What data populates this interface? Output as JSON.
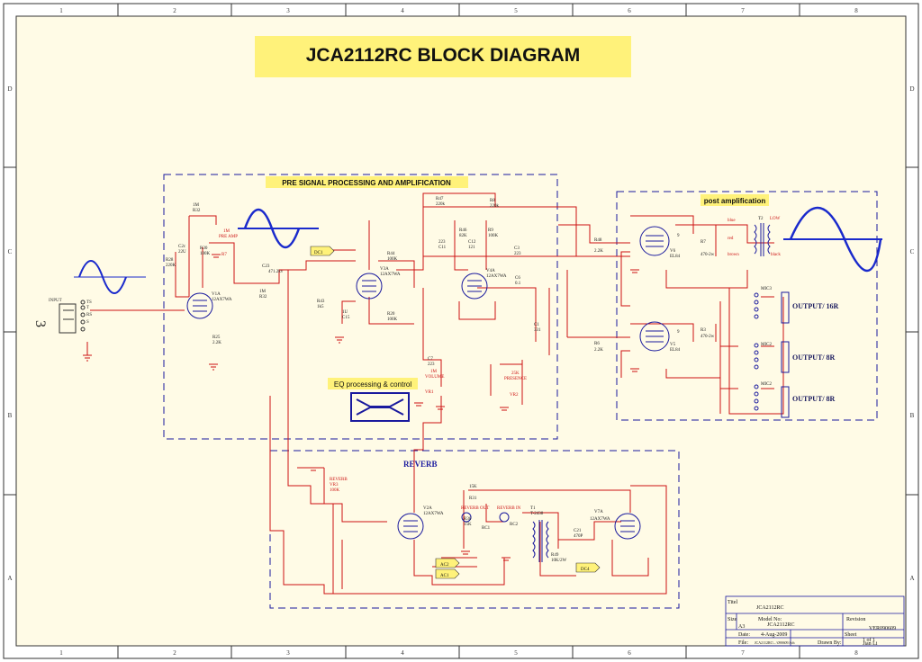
{
  "title": "JCA2112RC BLOCK DIAGRAM",
  "frame": {
    "columns": [
      "1",
      "2",
      "3",
      "4",
      "5",
      "6",
      "7",
      "8"
    ],
    "rows_left": [
      "D",
      "C",
      "B",
      "A"
    ],
    "rows_right": [
      "D",
      "C",
      "B",
      "A"
    ],
    "left_marker": "3"
  },
  "blocks": {
    "pre": "PRE SIGNAL PROCESSING AND AMPLIFICATION",
    "post": "post amplification",
    "eq": "EQ processing & control",
    "reverb": "REVERB"
  },
  "input": {
    "label": "INPUT",
    "ts": "TS",
    "t": "T",
    "rs": "RS",
    "s": "S"
  },
  "components": {
    "r32": [
      "1M",
      "R32"
    ],
    "r28": [
      "R28",
      "220K"
    ],
    "c2": [
      "C2c",
      "22U"
    ],
    "r30": [
      "R30",
      "100K"
    ],
    "r7_pot": [
      "1M",
      "PRE AMP",
      "R7"
    ],
    "c23": [
      "C23",
      "471.2kv"
    ],
    "r32b": [
      "1M",
      "R32"
    ],
    "v1a": [
      "V1A",
      "12AX7WA"
    ],
    "r25": [
      "R25",
      "2.2K"
    ],
    "dc1": "DC1",
    "v3a": [
      "V3A",
      "12AX7WA"
    ],
    "r44": [
      "R44",
      "100K"
    ],
    "r43": [
      "R43",
      "1k5"
    ],
    "c15": [
      "1U",
      "C15"
    ],
    "r20": [
      "R20",
      "100K"
    ],
    "r47": [
      "R47",
      "220k"
    ],
    "r8": [
      "R8",
      "220k"
    ],
    "c11": [
      "223",
      "C11"
    ],
    "r46": [
      "R46",
      "82K"
    ],
    "c12": [
      "C12",
      "121"
    ],
    "r9": [
      "R9",
      "100K"
    ],
    "c3": [
      "C3",
      "223"
    ],
    "v4a": [
      "V4A",
      "12AX7WA"
    ],
    "c6": [
      "C6",
      "0.1"
    ],
    "c1": [
      "C1",
      "331"
    ],
    "c7": [
      "C7",
      "223"
    ],
    "vr1": [
      "1M",
      "VOLUME",
      "VR1"
    ],
    "vr2": [
      "25K",
      "PRESENCE",
      "VR2"
    ],
    "r48": [
      "R48",
      "2.2K"
    ],
    "r6": [
      "R6",
      "2.2K"
    ],
    "v6": [
      "V6",
      "EL84"
    ],
    "v5": [
      "V5",
      "EL84"
    ],
    "r7": [
      "R7",
      "470-2w"
    ],
    "r3": [
      "R3",
      "470-2w"
    ],
    "t2": [
      "T2",
      "LOW"
    ],
    "wires": [
      "blue",
      "red",
      "brown",
      "black"
    ],
    "pin9": "9",
    "mic3": "MIC3",
    "mic2": "MIC2",
    "mic1": "MIC2",
    "outputs": [
      "OUTPUT/ 16R",
      "OUTPUT/ 8R",
      "OUTPUT/ 8R"
    ],
    "vr3": [
      "REVERB",
      "VR3",
      "100K"
    ],
    "v2a": [
      "V2A",
      "12AX7WA"
    ],
    "ac2": "AC2",
    "ac1": "AC1",
    "r31": [
      "15K",
      "R31"
    ],
    "rev_out": "REVERB OUT",
    "rev_in": "REVERB IN",
    "r30b": [
      "R30",
      "15K"
    ],
    "rc1": "RC1",
    "rc2": "RC2",
    "t1": [
      "T1",
      "T-2438"
    ],
    "c21": [
      "C21",
      "470P"
    ],
    "r49": [
      "R49",
      "10K/2W"
    ],
    "dc4": "DC4",
    "v7a": [
      "V7A",
      "12AX7WA"
    ]
  },
  "titleblock": {
    "title_label": "Titel",
    "title_value": "JCA2112RC",
    "size_label": "Size",
    "size_value": "A3",
    "model_label": "Model No:",
    "model_value": "JCA2112RC",
    "revision_label": "Revision",
    "revision_value": "VER090609",
    "date_label": "Date:",
    "date_value": "4-Aug-2009",
    "sheet_label": "Sheet",
    "sheet_value": "1   of   1",
    "file_label": "File:",
    "file_value": "JCA2112RC\\...\\090609.Sch",
    "drawn_label": "Drawn By:",
    "drawn_value": "Jian Li"
  },
  "colors": {
    "paper": "#fffbe6",
    "wire": "#cc1111",
    "block_border": "#1a1a9e",
    "label_fill": "#fff27a",
    "sine": "#1a2acc",
    "text_red": "#cc1111"
  }
}
